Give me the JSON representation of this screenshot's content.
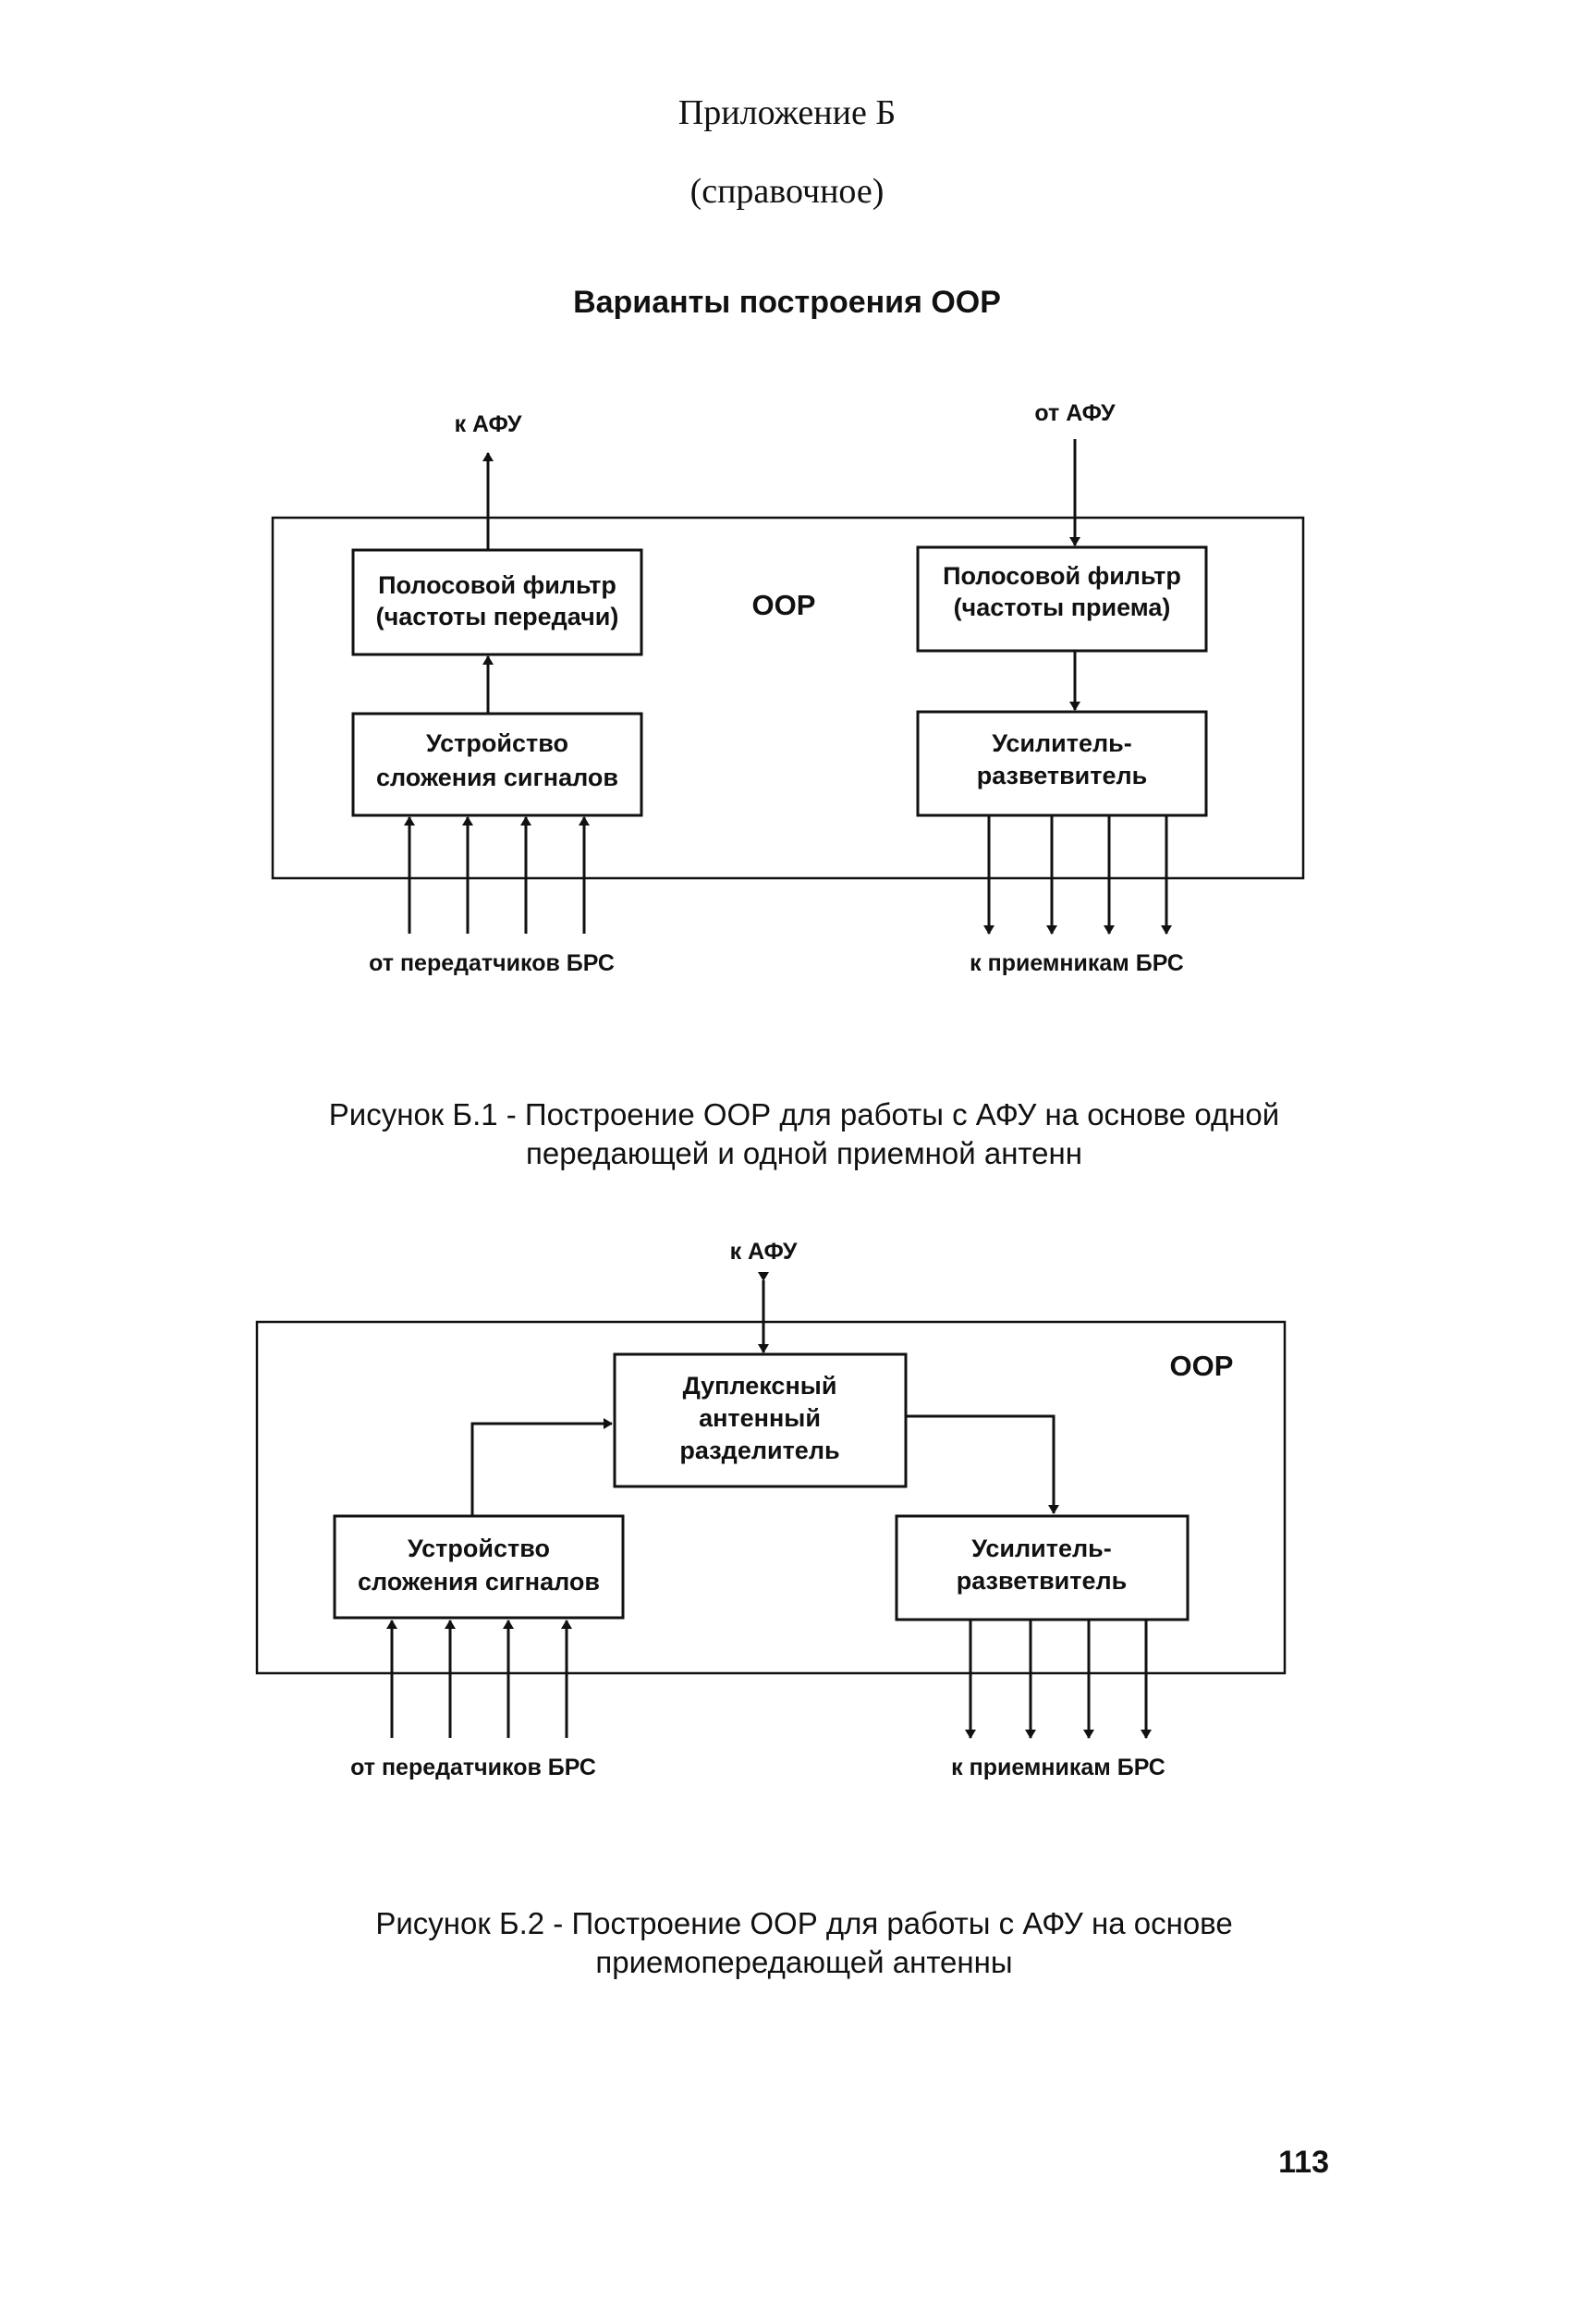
{
  "header": {
    "appendix": "Приложение Б",
    "type": "(справочное)",
    "title": "Варианты построения ООР"
  },
  "figure1": {
    "to_afu": "к АФУ",
    "from_afu": "от АФУ",
    "tx_filter": [
      "Полосовой фильтр",
      "(частоты передачи)"
    ],
    "rx_filter": [
      "Полосовой фильтр",
      "(частоты приема)"
    ],
    "oor": "ООР",
    "combiner": [
      "Устройство",
      "сложения сигналов"
    ],
    "splitter": [
      "Усилитель-",
      "разветвитель"
    ],
    "from_tx": "от передатчиков БРС",
    "to_rx": "к приемникам БРС",
    "caption": "Рисунок Б.1 - Построение ООР для работы с АФУ на основе одной передающей и одной приемной антенн"
  },
  "figure2": {
    "to_afu": "к АФУ",
    "duplexer": [
      "Дуплексный",
      "антенный",
      "разделитель"
    ],
    "oor": "ООР",
    "combiner": [
      "Устройство",
      "сложения сигналов"
    ],
    "splitter": [
      "Усилитель-",
      "разветвитель"
    ],
    "from_tx": "от передатчиков БРС",
    "to_rx": "к приемникам БРС",
    "caption": "Рисунок Б.2 - Построение ООР для работы с АФУ на основе приемопередающей антенны"
  },
  "page_number": "113"
}
